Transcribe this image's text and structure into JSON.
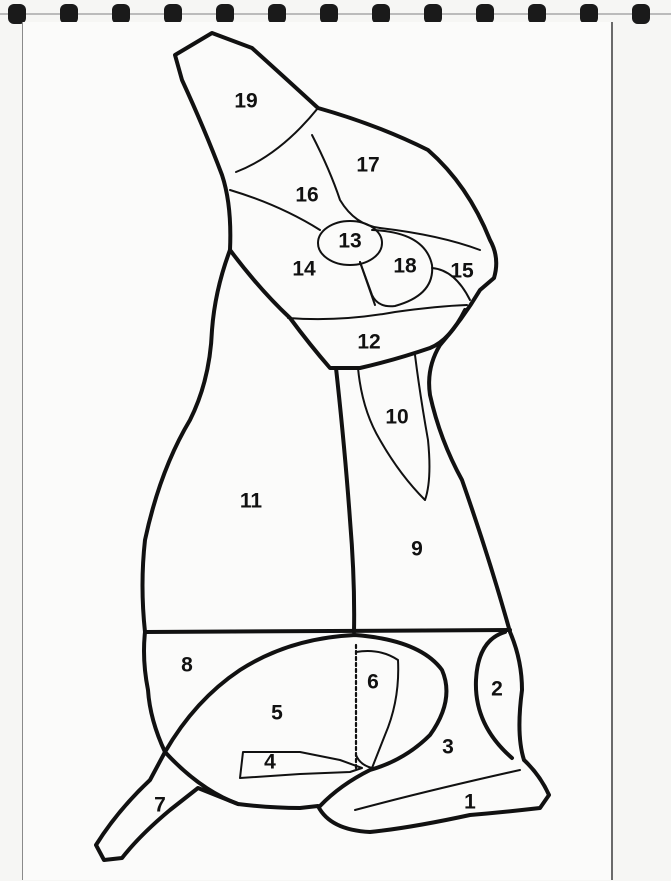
{
  "cut_labels": {
    "c1": "1",
    "c2": "2",
    "c3": "3",
    "c4": "4",
    "c5": "5",
    "c6": "6",
    "c7": "7",
    "c8": "8",
    "c9": "9",
    "c10": "10",
    "c11": "11",
    "c12": "12",
    "c13": "13",
    "c14": "14",
    "c15": "15",
    "c16": "16",
    "c17": "17",
    "c18": "18",
    "c19": "19"
  },
  "colors": {
    "line": "#111111",
    "paper": "#fbfbfa",
    "binding": "#1a1a1a"
  },
  "icons": {
    "binding": "spiral-binding-icon"
  }
}
